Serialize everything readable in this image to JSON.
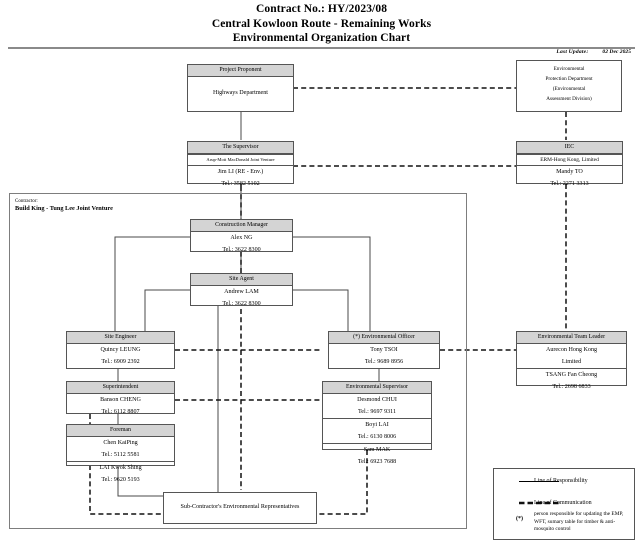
{
  "header": {
    "line1": "Contract No.: HY/2023/08",
    "line2": "Central Kowloon Route - Remaining Works",
    "line3": "Environmental Organization Chart",
    "last_update_label": "Last Update:",
    "last_update_value": "02 Dec 2025"
  },
  "contractor": {
    "label": "Contractor:",
    "name": "Build King - Tung Lee Joint Venture"
  },
  "boxes": {
    "project_proponent": {
      "title": "Project Proponent",
      "org": "Highways Department"
    },
    "epd": {
      "line1": "Environmental",
      "line2": "Protection Department",
      "line3": "(Environmental",
      "line4": "Assessment Division)"
    },
    "supervisor": {
      "title": "The Supervisor",
      "org": "Arup-Mott MacDonald Joint Venture",
      "person": "Jim LI (RE - Env.)",
      "tel": "Tel.: 3582 5102"
    },
    "iec": {
      "title": "IEC",
      "org": "ERM-Hong Kong, Limited",
      "person": "Mandy TO",
      "tel": "Tel.: 2271 3313"
    },
    "construction_manager": {
      "title": "Construction Manager",
      "person": "Alex NG",
      "tel": "Tel.: 3622 8300"
    },
    "site_agent": {
      "title": "Site Agent",
      "person": "Andrew LAM",
      "tel": "Tel.: 3622 8300"
    },
    "site_engineer": {
      "title": "Site Engineer",
      "person": "Quincy LEUNG",
      "tel": "Tel.: 6909 2392"
    },
    "environmental_officer": {
      "title": "(*) Environmental Officer",
      "person": "Tony TSOI",
      "tel": "Tel.: 9689 8956"
    },
    "environmental_team_leader": {
      "title": "Environmental Team Leader",
      "org1": "Aurecon Hong Kong",
      "org2": "Limited",
      "person": "TSANG Fan Cheong",
      "tel": "Tel.: 2698 6833"
    },
    "superintendent": {
      "title": "Superintendent",
      "person": "Banson CHENG",
      "tel": "Tel.: 6112 8807"
    },
    "foreman": {
      "title": "Foreman",
      "person1": "Chen KaiPing",
      "tel1": "Tel.: 5112 5581",
      "person2": "LAI Kwok Shing",
      "tel2": "Tel.: 9620 5193"
    },
    "environmental_supervisor": {
      "title": "Environmental Supervisor",
      "person1": "Desmond CHUI",
      "tel1": "Tel.: 9697 9311",
      "person2": "Boyi LAI",
      "tel2": "Tel.: 6130 8006",
      "person3": "Sam MAK",
      "tel3": "Tel.: 6923 7688"
    },
    "subcontractor": {
      "title": "Sub-Contractor's Environmental Representatives"
    }
  },
  "legend": {
    "responsibility": "Line of Responsibility",
    "communication": "Line of Communication",
    "asterisk": "(*)",
    "asterisk_note": "person responsible for updating the EMP, WFT, sumary table for timber & anti-mosquito control"
  },
  "colors": {
    "header_fill": "#d4d4d4",
    "border": "#555555",
    "frame": "#7d7d7d",
    "rule": "#8a8a8a"
  }
}
